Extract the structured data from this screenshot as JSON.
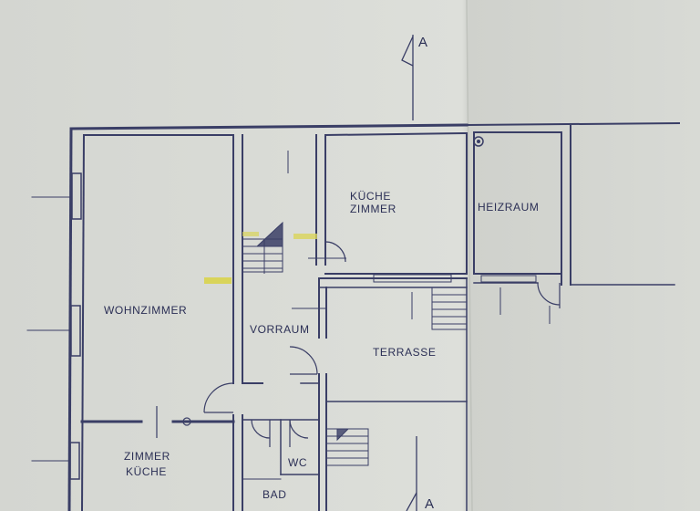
{
  "section_marker": "A",
  "rooms": {
    "wohnzimmer": "WOHNZIMMER",
    "vorraum": "VORRAUM",
    "kueche_zimmer_1": "KÜCHE",
    "kueche_zimmer_2": "ZIMMER",
    "heizraum": "HEIZRAUM",
    "terrasse": "TERRASSE",
    "zimmer_kueche_1": "ZIMMER",
    "zimmer_kueche_2": "KÜCHE",
    "wc": "WC",
    "bad": "BAD"
  },
  "colors": {
    "paper": "#d9dbd6",
    "ink": "#3a3e66",
    "highlight": "#d9d45a"
  }
}
